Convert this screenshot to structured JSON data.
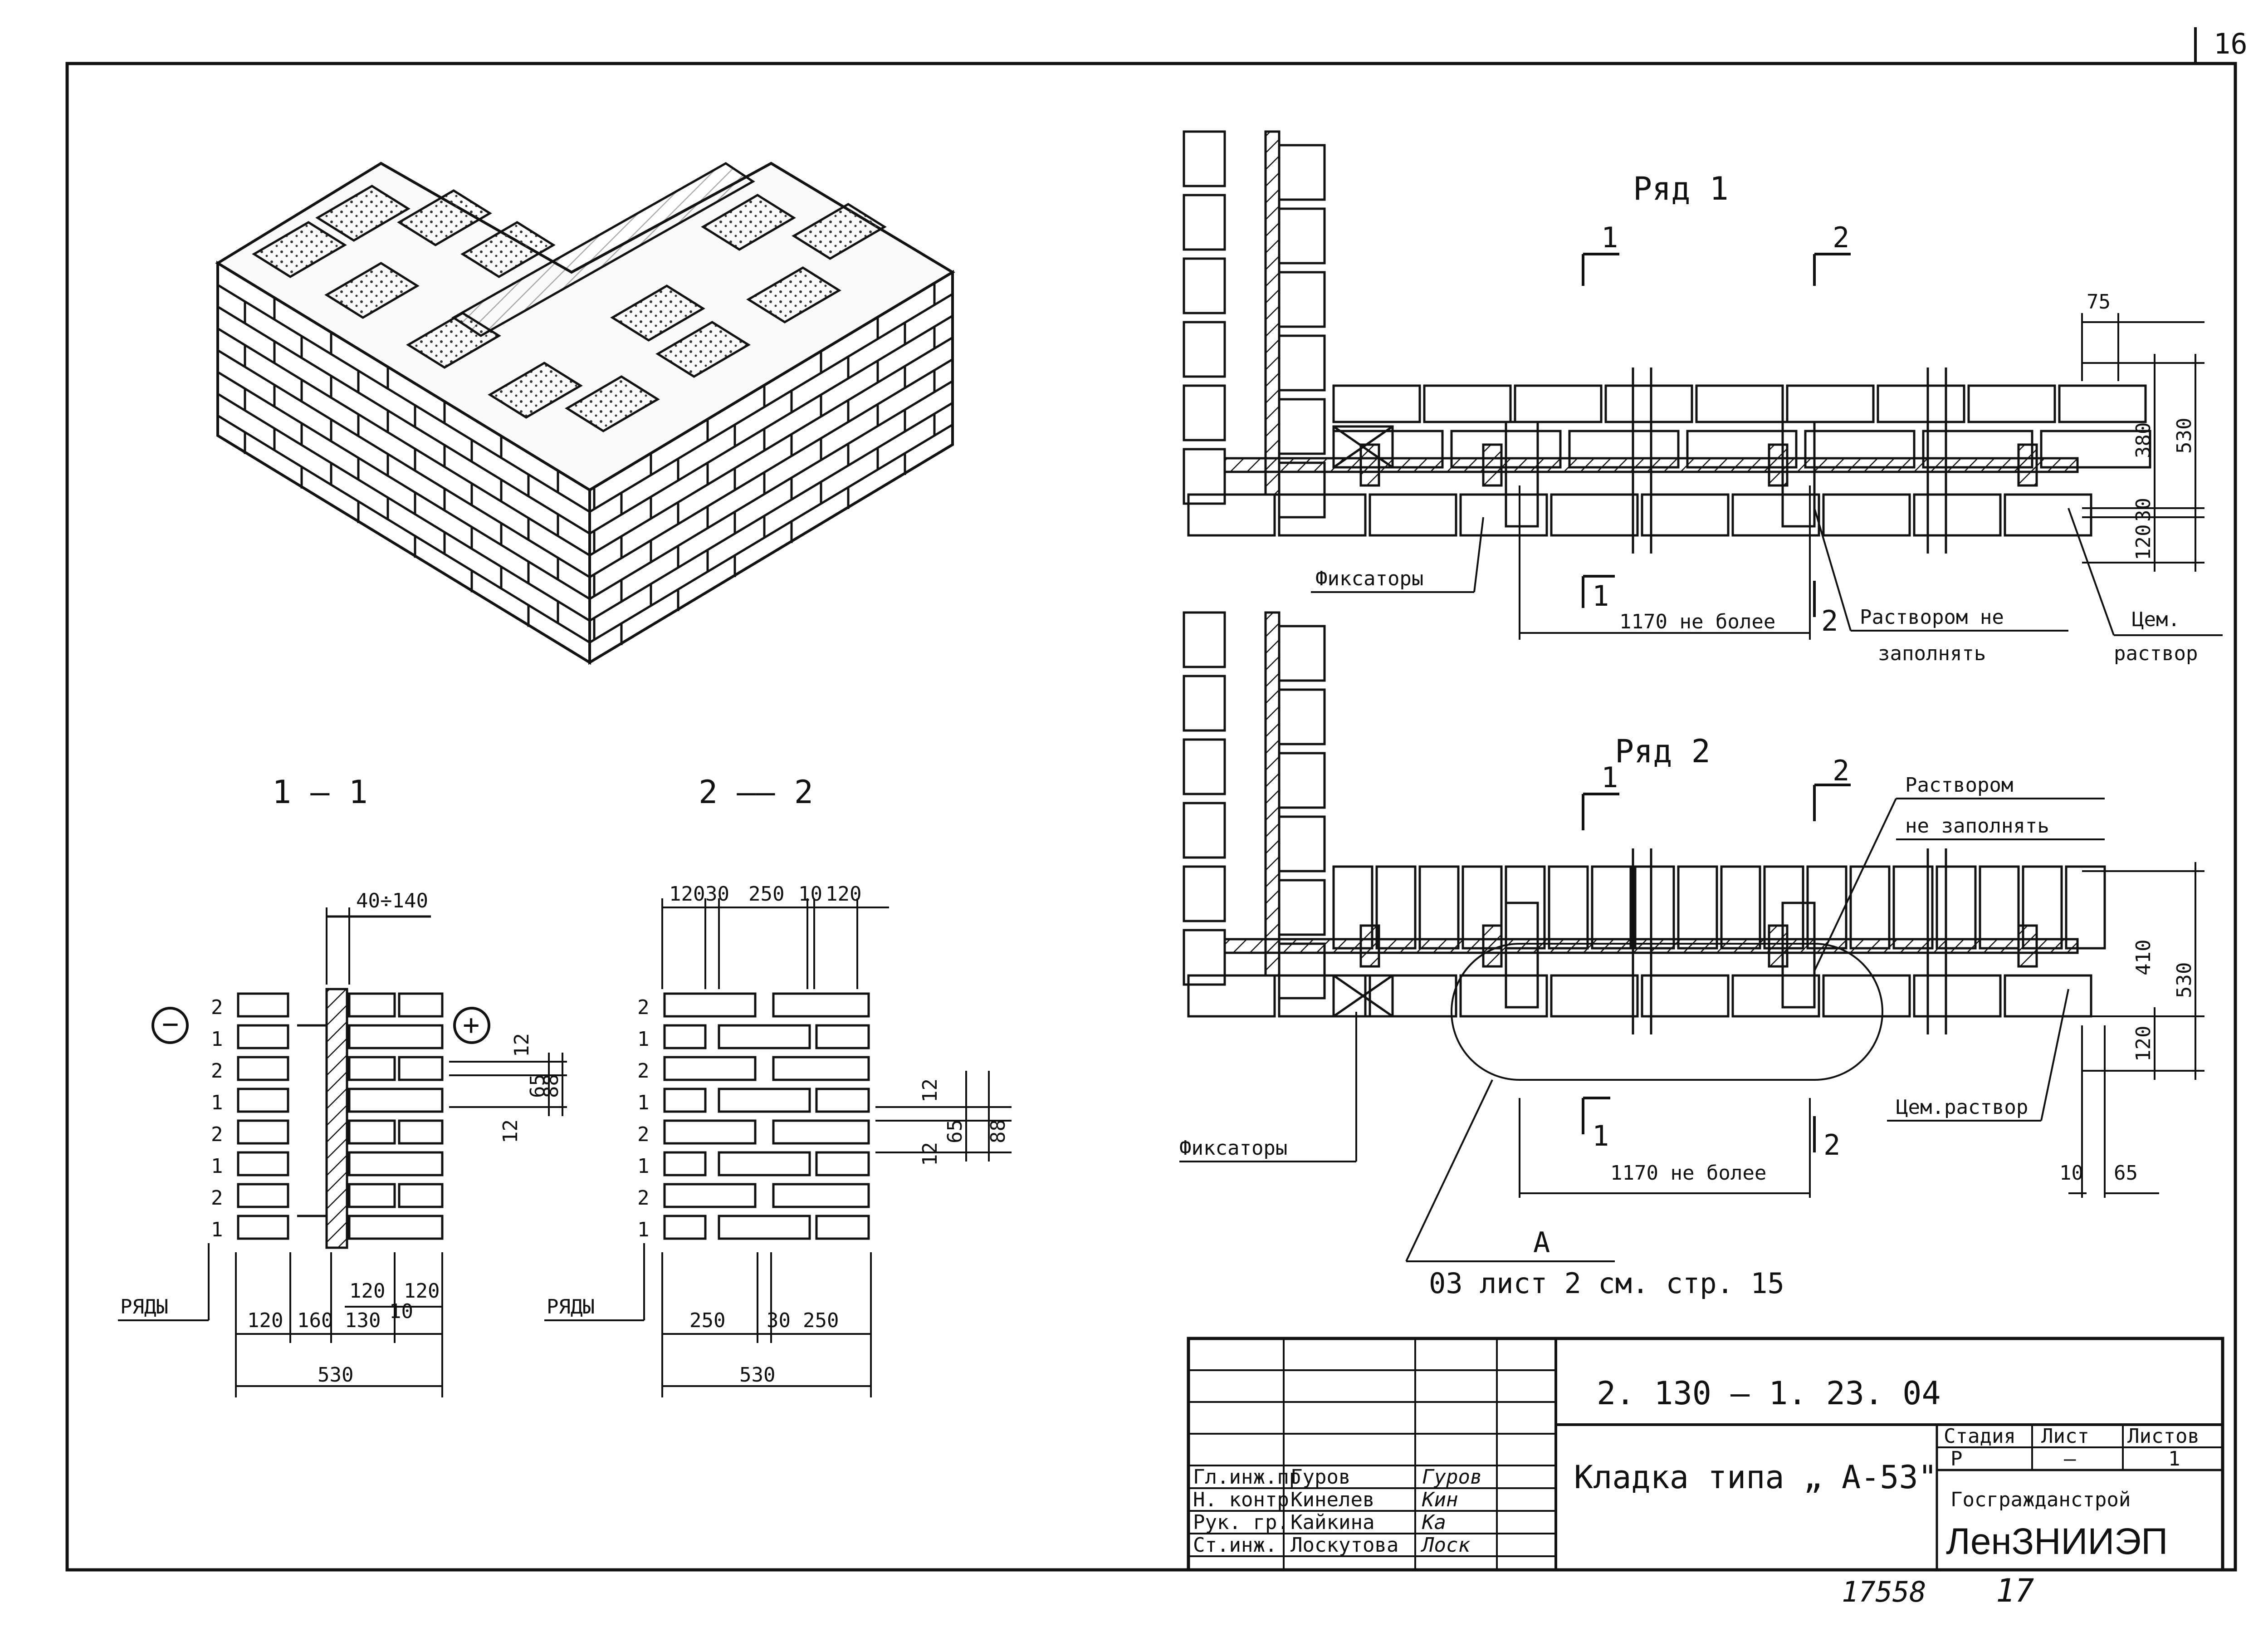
{
  "sheet": {
    "page_number": "16",
    "isometric": {},
    "section_1": {
      "title": "1 — 1",
      "dim_top": "40÷140",
      "minus_sign": "−",
      "plus_sign": "+",
      "row_numbers": [
        "2",
        "1",
        "2",
        "1",
        "2",
        "1",
        "2",
        "1"
      ],
      "dim_right_12a": "12",
      "dim_right_65": "65",
      "dim_right_88": "88",
      "dim_right_12b": "12",
      "dim_bottom_120a": "120",
      "dim_bottom_160": "160",
      "dim_bottom_130": "130",
      "dim_bottom_10": "10",
      "dim_bottom_120b": "120",
      "dim_bottom_120c": "120",
      "dim_total": "530",
      "rows_label": "РЯДЫ"
    },
    "section_2": {
      "title": "2 —— 2",
      "dim_top_120a": "120",
      "dim_top_30": "30",
      "dim_top_250": "250",
      "dim_top_10": "10",
      "dim_top_120b": "120",
      "row_numbers": [
        "2",
        "1",
        "2",
        "1",
        "2",
        "1",
        "2",
        "1"
      ],
      "dim_right_12a": "12",
      "dim_right_65": "65",
      "dim_right_88": "88",
      "dim_right_12b": "12",
      "dim_bottom_250a": "250",
      "dim_bottom_30": "30",
      "dim_bottom_250b": "250",
      "dim_total": "530",
      "rows_label": "РЯДЫ"
    },
    "plan_1": {
      "title": "Ряд 1",
      "cut_1_top": "1",
      "cut_2_top": "2",
      "cut_1_bottom": "1",
      "cut_2_bottom": "2",
      "dim_75": "75",
      "dim_380": "380",
      "dim_530": "530",
      "dim_30": "30",
      "dim_120": "120",
      "fixators": "Фиксаторы",
      "span": "1170 не более",
      "no_mortar_1": "Раствором не",
      "no_mortar_2": "заполнять",
      "cement_1": "Цем.",
      "cement_2": "раствор"
    },
    "plan_2": {
      "title": "Ряд 2",
      "cut_1_top": "1",
      "cut_2_top": "2",
      "cut_1_bottom": "1",
      "cut_2_bottom": "2",
      "no_mortar_1": "Раствором",
      "no_mortar_2": "не заполнять",
      "dim_410": "410",
      "dim_530": "530",
      "dim_120": "120",
      "cement": "Цем.раствор",
      "fixators": "Фиксаторы",
      "span": "1170 не более",
      "dim_10": "10",
      "dim_65": "65",
      "node_label": "А",
      "node_ref": "03 лист 2 см. стр. 15"
    },
    "title_block": {
      "code": "2. 130 — 1. 23. 04",
      "title": "Кладка типа „ А-53\"",
      "col_stage": "Стадия",
      "col_sheet": "Лист",
      "col_sheets": "Листов",
      "val_stage": "Р",
      "val_sheet": "—",
      "val_sheets": "1",
      "org_1": "Госгражданстрой",
      "org_2": "ЛенЗНИИЭП",
      "people": [
        {
          "role": "Гл.инж.пр",
          "name": "Гуров",
          "sign": "Гуров"
        },
        {
          "role": "Н. контр",
          "name": "Кинелев",
          "sign": "Кин"
        },
        {
          "role": "Рук. гр.",
          "name": "Кайкина",
          "sign": "Ка"
        },
        {
          "role": "Ст.инж.",
          "name": "Лоскутова",
          "sign": "Лоск"
        }
      ],
      "archive_no": "17558",
      "page_no": "17"
    }
  }
}
